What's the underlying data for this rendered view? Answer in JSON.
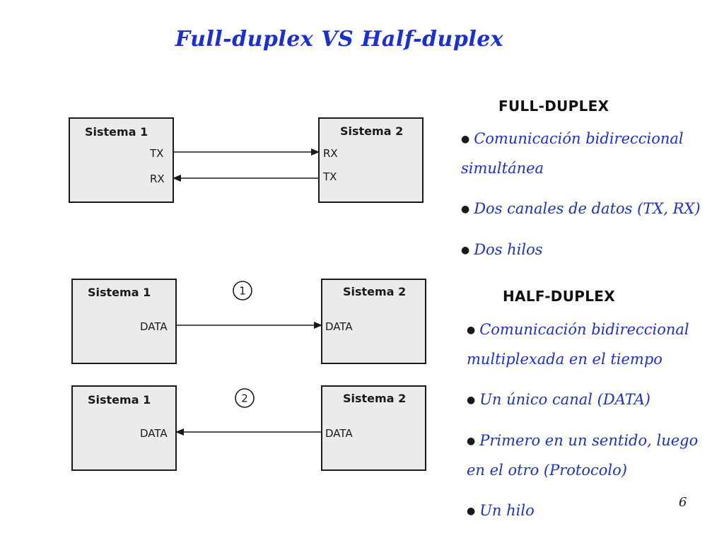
{
  "title": "Full-duplex VS Half-duplex",
  "page_number": "6",
  "full_duplex": {
    "heading": "FULL-DUPLEX",
    "bullets": [
      "Comunicación bidireccional simultánea",
      "Dos canales de datos (TX, RX)",
      "Dos hilos"
    ]
  },
  "half_duplex": {
    "heading": "HALF-DUPLEX",
    "bullets": [
      "Comunicación bidireccional multiplexada en el tiempo",
      "Un único canal (DATA)",
      "Primero en un sentido, luego en el otro (Protocolo)",
      "Un hilo"
    ]
  },
  "diagrams": {
    "full": {
      "left": {
        "name": "Sistema 1",
        "port_top": "TX",
        "port_bottom": "RX"
      },
      "right": {
        "name": "Sistema 2",
        "port_top": "RX",
        "port_bottom": "TX"
      }
    },
    "half_step1": {
      "step": "1",
      "left": {
        "name": "Sistema 1",
        "port": "DATA"
      },
      "right": {
        "name": "Sistema 2",
        "port": "DATA"
      }
    },
    "half_step2": {
      "step": "2",
      "left": {
        "name": "Sistema 1",
        "port": "DATA"
      },
      "right": {
        "name": "Sistema 2",
        "port": "DATA"
      }
    }
  }
}
